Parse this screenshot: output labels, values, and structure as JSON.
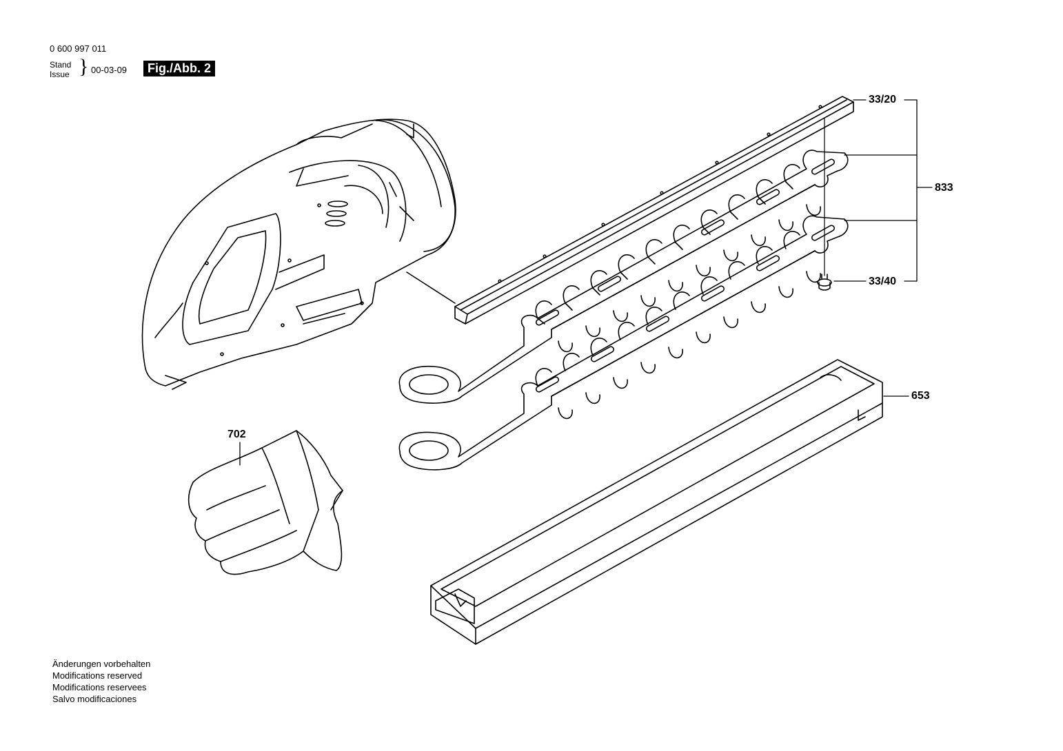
{
  "header": {
    "doc_number": "0 600 997 011",
    "stand_label": "Stand",
    "issue_label": "Issue",
    "issue_date": "00-03-09",
    "figure_label": "Fig./Abb. 2"
  },
  "parts": {
    "p3320": "33/20",
    "p833": "833",
    "p3340": "33/40",
    "p653": "653",
    "p702": "702"
  },
  "footer": {
    "line1": "Änderungen vorbehalten",
    "line2": "Modifications reserved",
    "line3": "Modifications reservees",
    "line4": "Salvo modificaciones"
  }
}
